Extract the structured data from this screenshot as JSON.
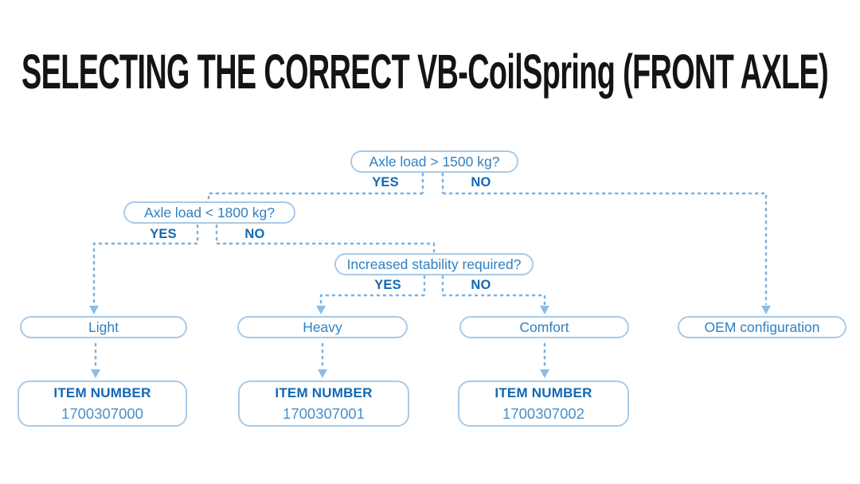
{
  "title": "SELECTING THE CORRECT VB-CoilSpring (FRONT AXLE)",
  "colors": {
    "title_text": "#141414",
    "box_border": "#a8cae9",
    "question_text": "#2f81c2",
    "yes_no_text": "#1268b3",
    "item_heading_text": "#1268b3",
    "item_number_text": "#4a90c8",
    "dashed_line": "#7fb1dd",
    "arrowhead": "#8fbce4",
    "background": "#ffffff"
  },
  "flowchart": {
    "questions": [
      {
        "label": "Axle load > 1500 kg?",
        "yes": "YES",
        "no": "NO"
      },
      {
        "label": "Axle load < 1800 kg?",
        "yes": "YES",
        "no": "NO"
      },
      {
        "label": "Increased stability required?",
        "yes": "YES",
        "no": "NO"
      }
    ],
    "results": [
      {
        "label": "Light"
      },
      {
        "label": "Heavy"
      },
      {
        "label": "Comfort"
      },
      {
        "label": "OEM configuration"
      }
    ],
    "items": [
      {
        "heading": "ITEM NUMBER",
        "number": "1700307000"
      },
      {
        "heading": "ITEM NUMBER",
        "number": "1700307001"
      },
      {
        "heading": "ITEM NUMBER",
        "number": "1700307002"
      }
    ]
  }
}
